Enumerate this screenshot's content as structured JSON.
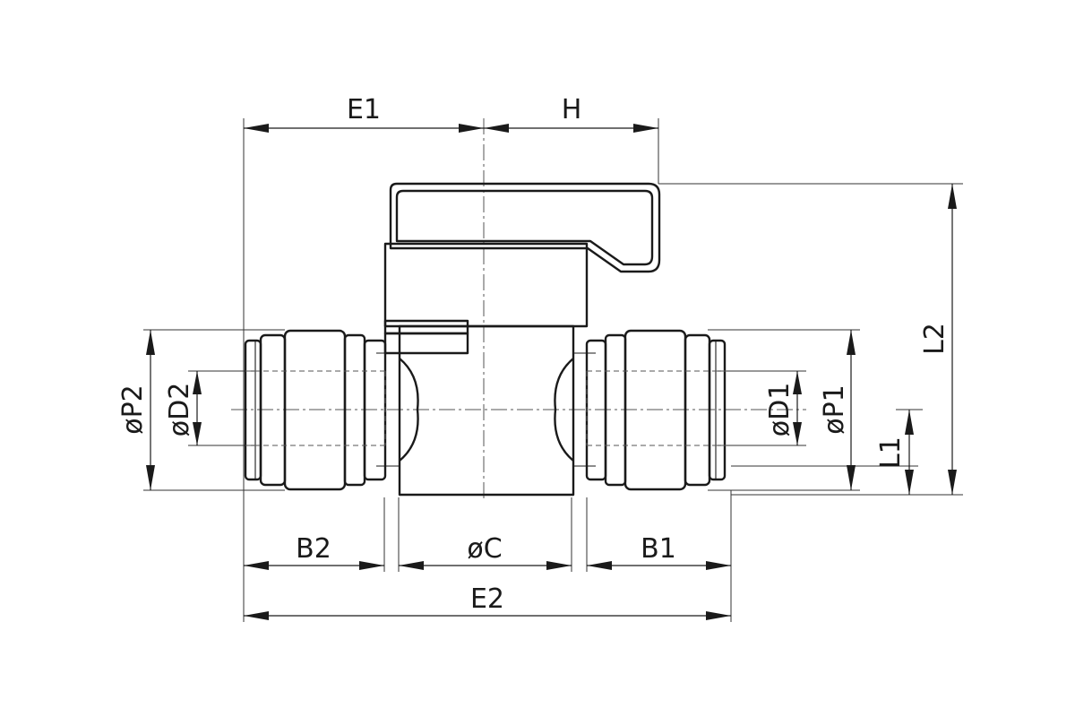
{
  "dimensions": {
    "e1": "E1",
    "h": "H",
    "l2": "L2",
    "l1": "L1",
    "p2": "øP2",
    "d2": "øD2",
    "d1": "øD1",
    "p1": "øP1",
    "b2": "B2",
    "c": "øC",
    "b1": "B1",
    "e2": "E2"
  }
}
